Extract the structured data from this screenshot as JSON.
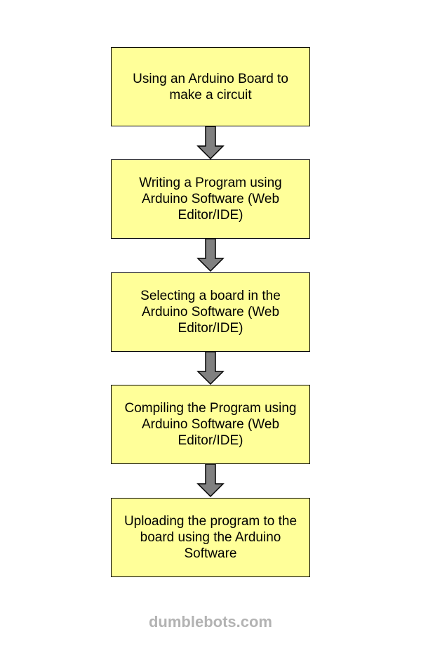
{
  "steps": [
    {
      "label": "Using an Arduino Board to make a circuit"
    },
    {
      "label": "Writing a Program using Arduino Software (Web Editor/IDE)"
    },
    {
      "label": "Selecting a board in the Arduino Software (Web Editor/IDE)"
    },
    {
      "label": "Compiling the Program using Arduino Software (Web Editor/IDE)"
    },
    {
      "label": "Uploading the program to the board using the Arduino Software"
    }
  ],
  "connectors": [
    {
      "icon": "down-arrow-icon"
    },
    {
      "icon": "down-arrow-icon"
    },
    {
      "icon": "down-arrow-icon"
    },
    {
      "icon": "down-arrow-icon"
    }
  ],
  "watermark": "dumblebots.com",
  "colors": {
    "box_fill": "#ffff99",
    "box_border": "#000000",
    "arrow_fill": "#808080",
    "watermark": "#b3b3b3"
  }
}
